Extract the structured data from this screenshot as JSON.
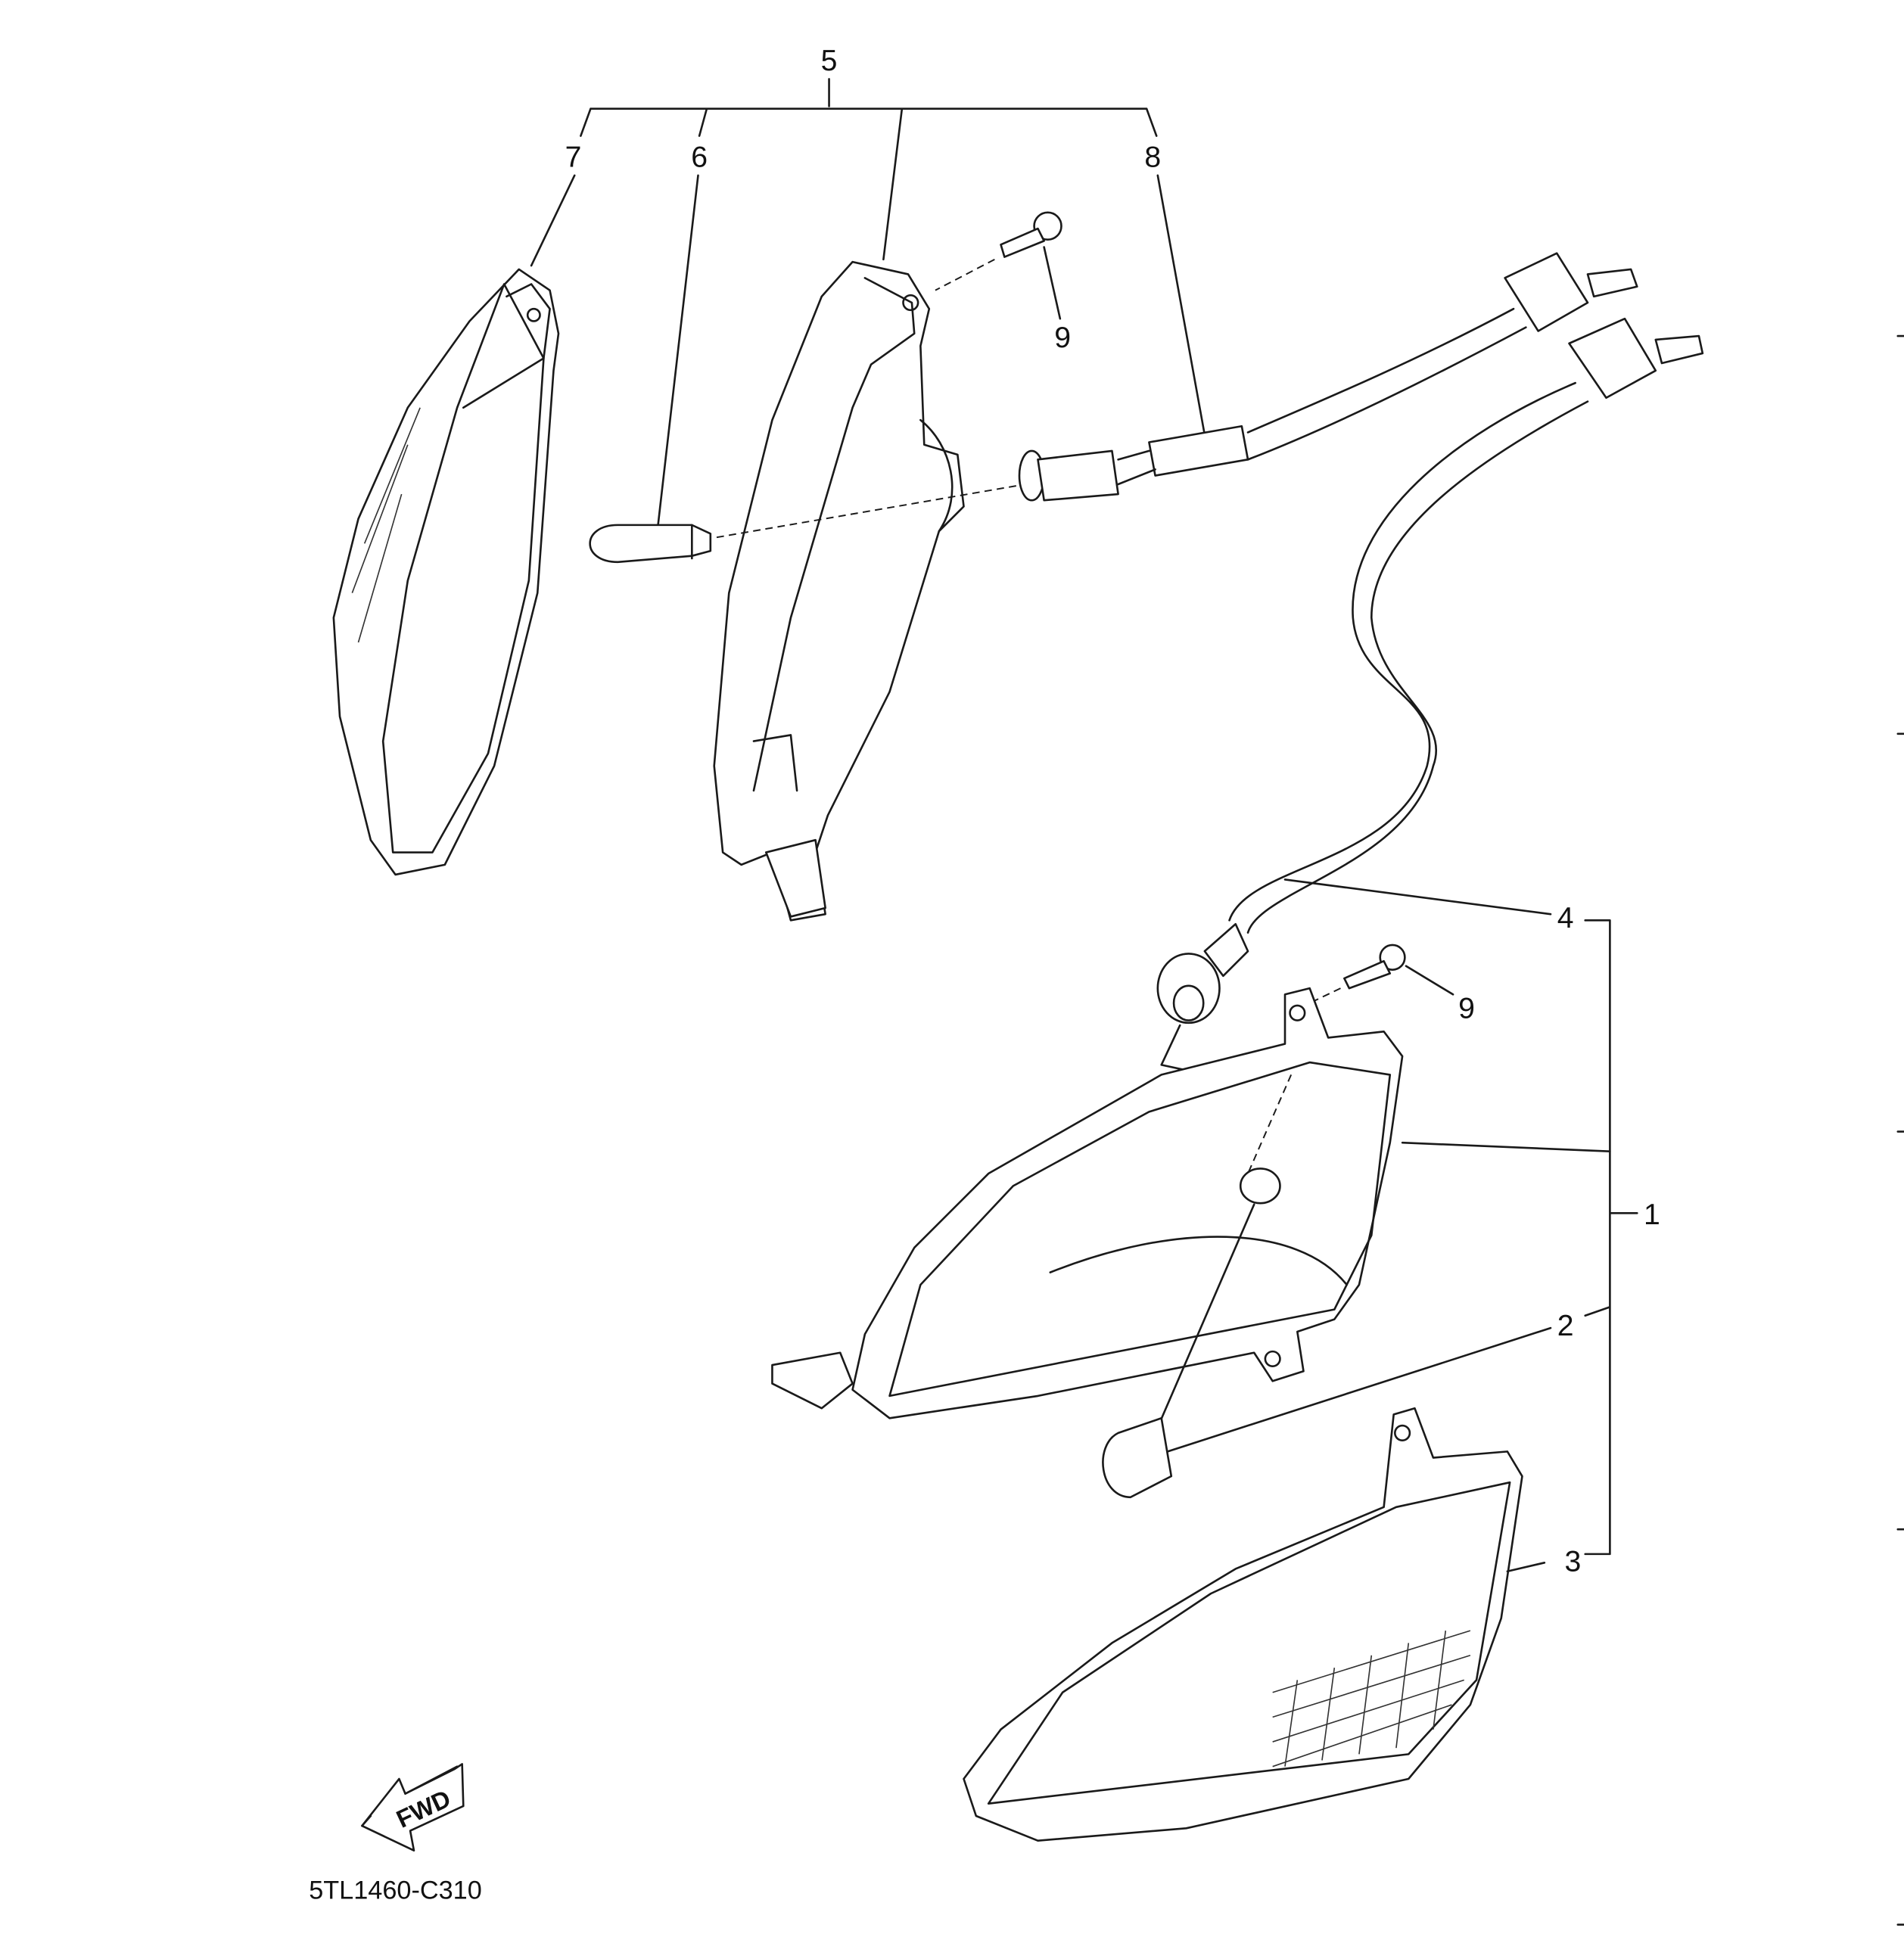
{
  "diagram": {
    "callouts": [
      "5",
      "7",
      "6",
      "8",
      "9",
      "9",
      "4",
      "1",
      "2",
      "3"
    ],
    "fwd_label": "FWD",
    "part_code": "5TL1460-C310"
  }
}
